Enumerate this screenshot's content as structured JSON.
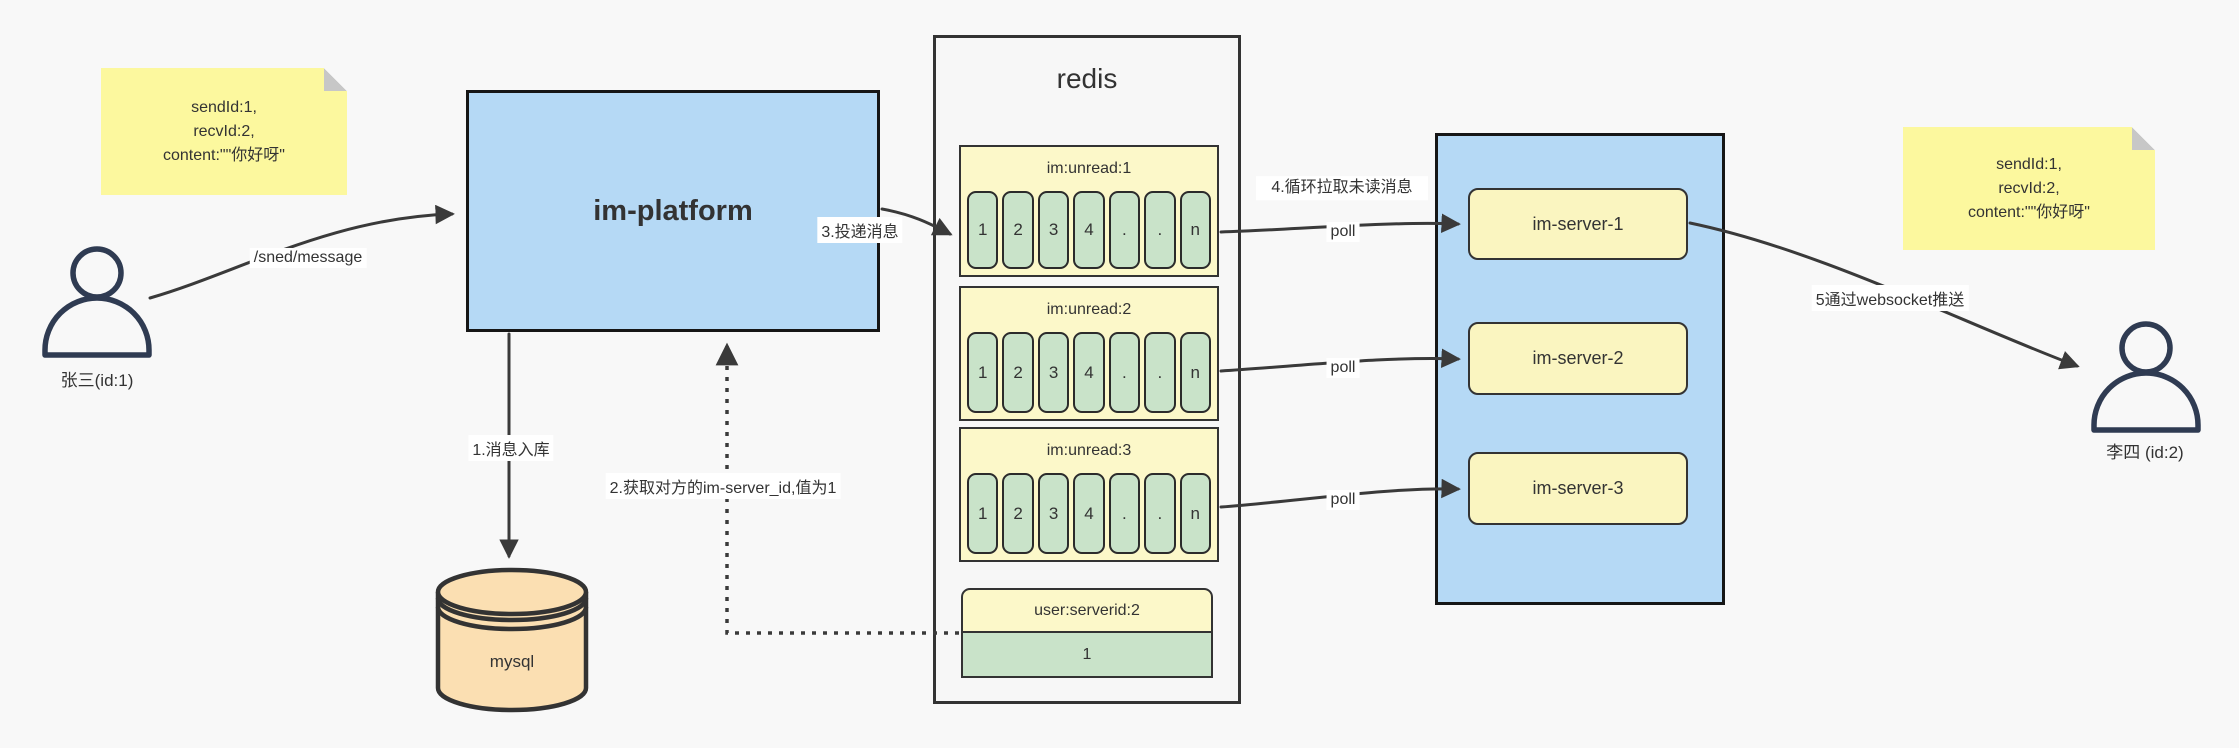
{
  "notes": {
    "sender": {
      "lines": [
        "sendId:1,",
        "recvId:2,",
        "content:\"\"你好呀\""
      ]
    },
    "receiver": {
      "lines": [
        "sendId:1,",
        "recvId:2,",
        "content:\"\"你好呀\""
      ]
    }
  },
  "actors": {
    "sender": {
      "label": "张三(id:1)"
    },
    "receiver": {
      "label": "李四 (id:2)"
    }
  },
  "platform": {
    "label": "im-platform"
  },
  "mysql": {
    "label": "mysql"
  },
  "redis": {
    "title": "redis",
    "queues": [
      {
        "name": "im:unread:1",
        "cells": [
          "1",
          "2",
          "3",
          "4",
          ".",
          ".",
          "n"
        ]
      },
      {
        "name": "im:unread:2",
        "cells": [
          "1",
          "2",
          "3",
          "4",
          ".",
          ".",
          "n"
        ]
      },
      {
        "name": "im:unread:3",
        "cells": [
          "1",
          "2",
          "3",
          "4",
          ".",
          ".",
          "n"
        ]
      }
    ],
    "kv": {
      "name": "user:serverid:2",
      "value": "1"
    }
  },
  "servers": {
    "items": [
      {
        "label": "im-server-1"
      },
      {
        "label": "im-server-2"
      },
      {
        "label": "im-server-3"
      }
    ]
  },
  "edges": {
    "send": "/sned/message",
    "store": "1.消息入库",
    "lookup": "2.获取对方的im-server_id,值为1",
    "deliver": "3.投递消息",
    "pull": "4.循环拉取未读消息",
    "poll": "poll",
    "push": "5通过websocket推送"
  },
  "colors": {
    "canvas_bg": "#f8f8f8",
    "note_yellow": "#fcf89e",
    "platform_blue": "#b5d9f5",
    "server_yellow": "#faf5c0",
    "queue_yellow": "#fcf8c9",
    "cell_green": "#c9e3c9",
    "mysql_tan": "#fbdfb2",
    "actor_stroke": "#2f3b52",
    "arrow": "#3a3a3a"
  }
}
